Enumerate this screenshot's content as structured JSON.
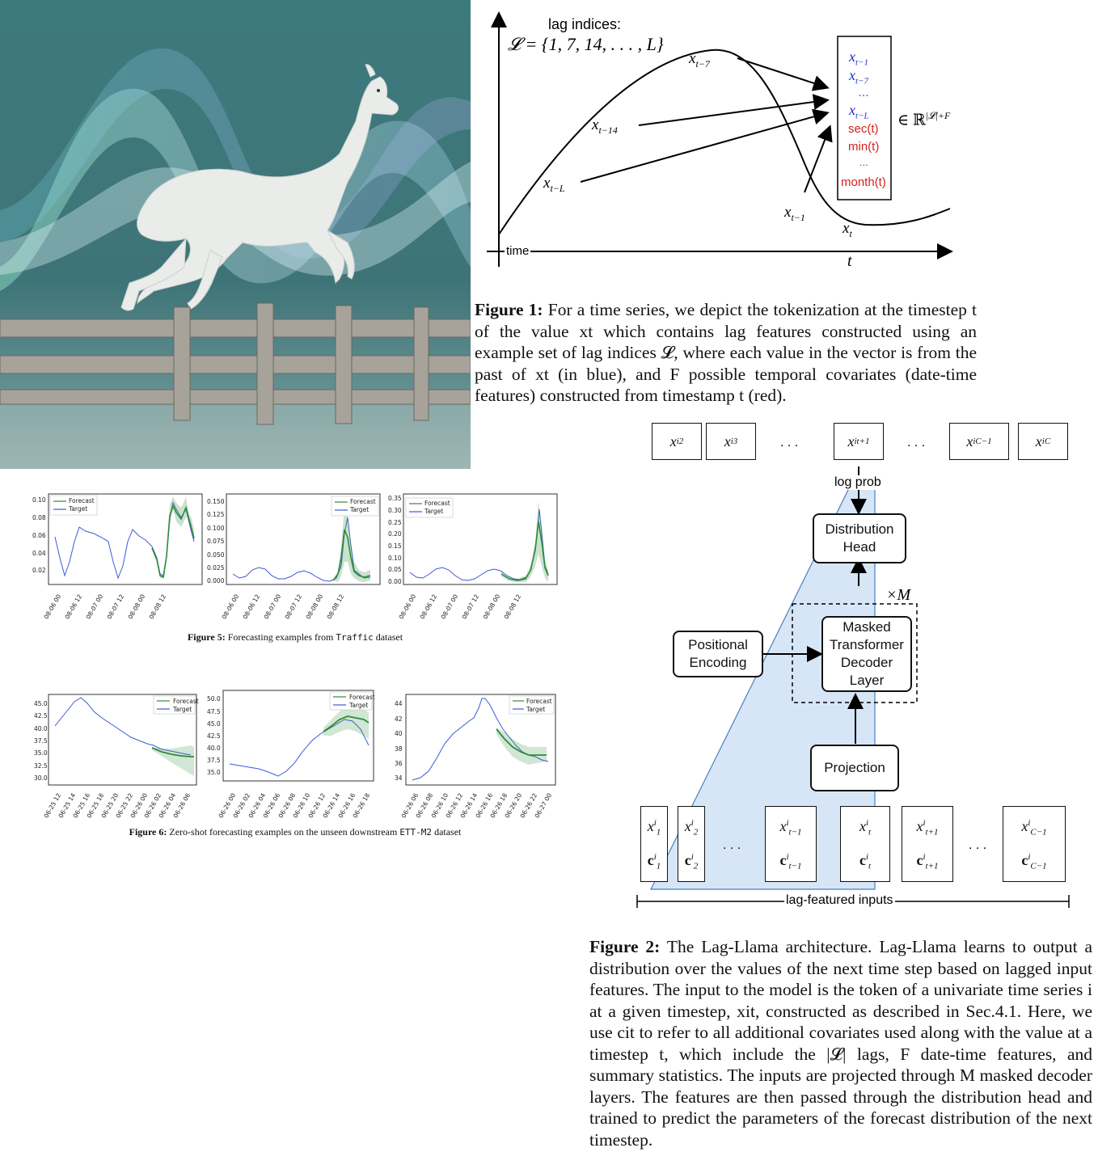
{
  "fig1": {
    "lag_title": "lag indices:",
    "lag_set": "𝓛 = {1, 7, 14, . . . , L}",
    "lbl_x_t_minus_7": "x",
    "sub_t_minus_7": "t−7",
    "sub_t_minus_14": "t−14",
    "sub_t_minus_L": "t−L",
    "sub_t_minus_1": "t−1",
    "sub_t": "t",
    "vector_blue": [
      "t−1",
      "t−7",
      "…",
      "t−L"
    ],
    "vector_red": [
      "sec(t)",
      "min(t)",
      "...",
      "month(t)"
    ],
    "membership": "∈ ℝ",
    "membership_sup": "|𝓛|+F",
    "axis_time": "time",
    "axis_t": "t",
    "caption_label": "Figure 1:",
    "caption_text": " For a time series, we depict the tokenization at the timestep t of the value x",
    "caption_full": "For a time series, we depict the tokenization at the timestep t of the value xt which contains lag features constructed using an example set of lag indices 𝓛, where each value in the vector is from the past of xt (in blue), and F possible temporal covariates (date-time features) constructed from timestamp t (red)."
  },
  "fig2": {
    "top_tokens": [
      "2",
      "3",
      "t+1",
      "C−1",
      "C"
    ],
    "ellipsis": ". . .",
    "log_prob": "log prob",
    "dist_head": [
      "Distribution",
      "Head"
    ],
    "times_m": "×M",
    "pos_enc": [
      "Positional",
      "Encoding"
    ],
    "decoder": [
      "Masked",
      "Transformer",
      "Decoder",
      "Layer"
    ],
    "projection": "Projection",
    "inputs": [
      "1",
      "2",
      "t−1",
      "t",
      "t+1",
      "C−1"
    ],
    "lag_inputs_label": "lag-featured inputs",
    "caption_label": "Figure 2:",
    "caption_full": "The Lag-Llama architecture. Lag-Llama learns to output a distribution over the values of the next time step based on lagged input features. The input to the model is the token of a univariate time series i at a given timestep, xit, constructed as described in Sec.4.1. Here, we use cit to refer to all additional covariates used along with the value at a timestep t, which include the |𝓛| lags, F date-time features, and summary statistics. The inputs are projected through M masked decoder layers. The features are then passed through the distribution head and trained to predict the parameters of the forecast distribution of the next timestep."
  },
  "fig5": {
    "caption_label": "Figure 5:",
    "caption_text": "Forecasting examples from",
    "dataset": "Traffic",
    "caption_end": "dataset",
    "legend": [
      "Forecast",
      "Target"
    ],
    "panels": [
      {
        "yticks": [
          "0.10",
          "0.08",
          "0.06",
          "0.04",
          "0.02"
        ],
        "xticks": [
          "08-06 00",
          "08-06 12",
          "08-07 00",
          "08-07 12",
          "08-08 00",
          "08-08 12"
        ]
      },
      {
        "yticks": [
          "0.150",
          "0.125",
          "0.100",
          "0.075",
          "0.050",
          "0.025",
          "0.000"
        ],
        "xticks": [
          "08-06 00",
          "08-06 12",
          "08-07 00",
          "08-07 12",
          "08-08 00",
          "08-08 12"
        ]
      },
      {
        "yticks": [
          "0.35",
          "0.30",
          "0.25",
          "0.20",
          "0.15",
          "0.10",
          "0.05",
          "0.00"
        ],
        "xticks": [
          "08-06 00",
          "08-06 12",
          "08-07 00",
          "08-07 12",
          "08-08 00",
          "08-08 12"
        ]
      }
    ]
  },
  "fig6": {
    "caption_label": "Figure 6:",
    "caption_text": "Zero-shot forecasting examples on the unseen downstream",
    "dataset": "ETT-M2",
    "caption_end": "dataset",
    "legend": [
      "Forecast",
      "Target"
    ],
    "panels": [
      {
        "yticks": [
          "45.0",
          "42.5",
          "40.0",
          "37.5",
          "35.0",
          "32.5",
          "30.0"
        ],
        "xticks": [
          "06-25 12",
          "06-25 14",
          "06-25 16",
          "06-25 18",
          "06-25 20",
          "06-25 22",
          "06-26 00",
          "06-26 02",
          "06-26 04",
          "06-26 06"
        ]
      },
      {
        "yticks": [
          "50.0",
          "47.5",
          "45.0",
          "42.5",
          "40.0",
          "37.5",
          "35.0"
        ],
        "xticks": [
          "06-26 00",
          "06-26 02",
          "06-26 04",
          "06-26 06",
          "06-26 08",
          "06-26 10",
          "06-26 12",
          "06-26 14",
          "06-26 16",
          "06-26 18"
        ]
      },
      {
        "yticks": [
          "44",
          "42",
          "40",
          "38",
          "36",
          "34"
        ],
        "xticks": [
          "06-26 06",
          "06-26 08",
          "06-26 10",
          "06-26 12",
          "06-26 14",
          "06-26 16",
          "06-26 18",
          "06-26 20",
          "06-26 22",
          "06-27 00"
        ]
      }
    ]
  },
  "colors": {
    "blue_text": "#1a2fd6",
    "red_text": "#d62020",
    "forecast": "#2e8b3a",
    "target": "#3b5bd6",
    "arch_fill": "#d7e6f7"
  }
}
